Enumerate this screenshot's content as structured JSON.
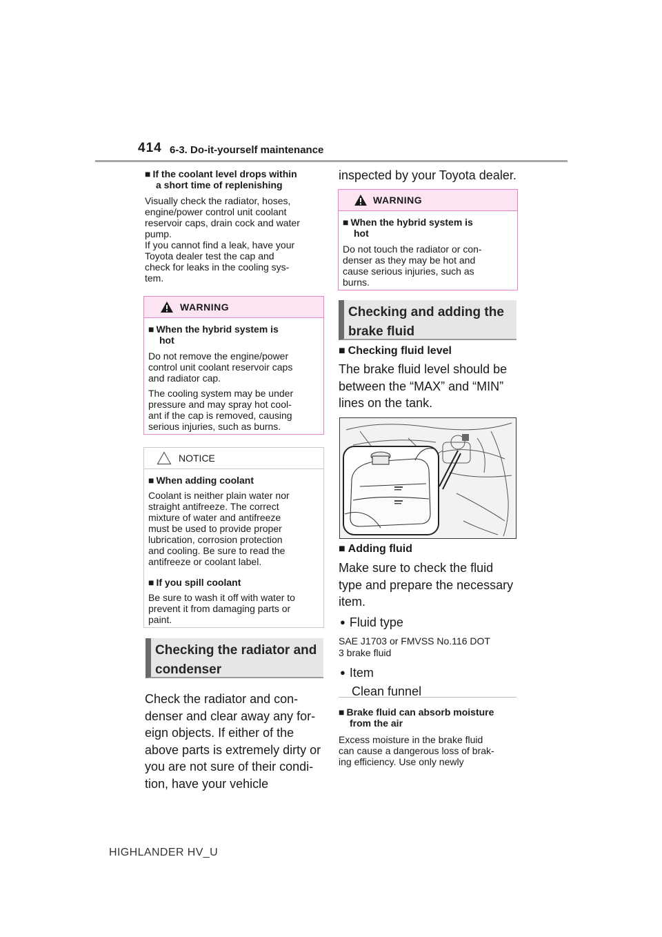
{
  "header": {
    "page_number": "414",
    "section": "6-3. Do-it-yourself maintenance"
  },
  "left": {
    "coolant_drop": {
      "heading_line1": "If the coolant level drops within",
      "heading_line2": "a short time of replenishing",
      "lines": [
        "Visually check the radiator, hoses,",
        "engine/power control unit coolant",
        "reservoir caps, drain cock and water",
        "pump.",
        "If you cannot find a leak, have your",
        "Toyota dealer test the cap and",
        "check for leaks in the cooling sys-",
        "tem."
      ]
    },
    "warning": {
      "label": "WARNING",
      "heading_line1": "When the hybrid system is",
      "heading_line2": "hot",
      "para1": [
        "Do not remove the engine/power",
        "control unit coolant reservoir caps",
        "and radiator cap."
      ],
      "para2": [
        "The cooling system may be under",
        "pressure and may spray hot cool-",
        "ant if the cap is removed, causing",
        "serious injuries, such as burns."
      ]
    },
    "notice": {
      "label": "NOTICE",
      "heading1": "When adding coolant",
      "para1": [
        "Coolant is neither plain water nor",
        "straight antifreeze. The correct",
        "mixture of water and antifreeze",
        "must be used to provide proper",
        "lubrication, corrosion protection",
        "and cooling. Be sure to read the",
        "antifreeze or coolant label."
      ],
      "heading2": "If you spill coolant",
      "para2": [
        "Be sure to wash it off with water to",
        "prevent it from damaging parts or",
        "paint."
      ]
    },
    "radiator": {
      "title_line1": "Checking the radiator and",
      "title_line2": "condenser",
      "lines": [
        "Check the radiator and con-",
        "denser and clear away any for-",
        "eign objects. If either of the",
        "above parts is extremely dirty or",
        "you are not sure of their condi-",
        "tion, have your vehicle"
      ]
    }
  },
  "right": {
    "continued": "inspected by your Toyota dealer.",
    "warning": {
      "label": "WARNING",
      "heading_line1": "When the hybrid system is",
      "heading_line2": "hot",
      "lines": [
        "Do not touch the radiator or con-",
        "denser as they may be hot and",
        "cause serious injuries, such as",
        "burns."
      ]
    },
    "brake": {
      "title_line1": "Checking and adding the",
      "title_line2": "brake fluid",
      "check_heading": "Checking fluid level",
      "check_lines": [
        "The brake fluid level should be",
        "between the “MAX” and “MIN”",
        "lines on the tank."
      ],
      "add_heading": "Adding fluid",
      "add_lines": [
        "Make sure to check the fluid",
        "type and prepare the necessary",
        "item."
      ],
      "fluid_type_label": "Fluid type",
      "fluid_type_lines": [
        "SAE J1703 or FMVSS No.116 DOT",
        "3 brake fluid"
      ],
      "item_label": "Item",
      "item_value": "Clean funnel",
      "moisture_heading_line1": "Brake fluid can absorb moisture",
      "moisture_heading_line2": "from the air",
      "moisture_lines": [
        "Excess moisture in the brake fluid",
        "can cause a dangerous loss of brak-",
        "ing efficiency. Use only newly"
      ]
    }
  },
  "footer": {
    "model": "HIGHLANDER HV_U"
  },
  "glyphs": {
    "square": "■",
    "bullet": "●"
  },
  "colors": {
    "warning_border": "#e685c6",
    "warning_fill": "#fce4f2"
  }
}
